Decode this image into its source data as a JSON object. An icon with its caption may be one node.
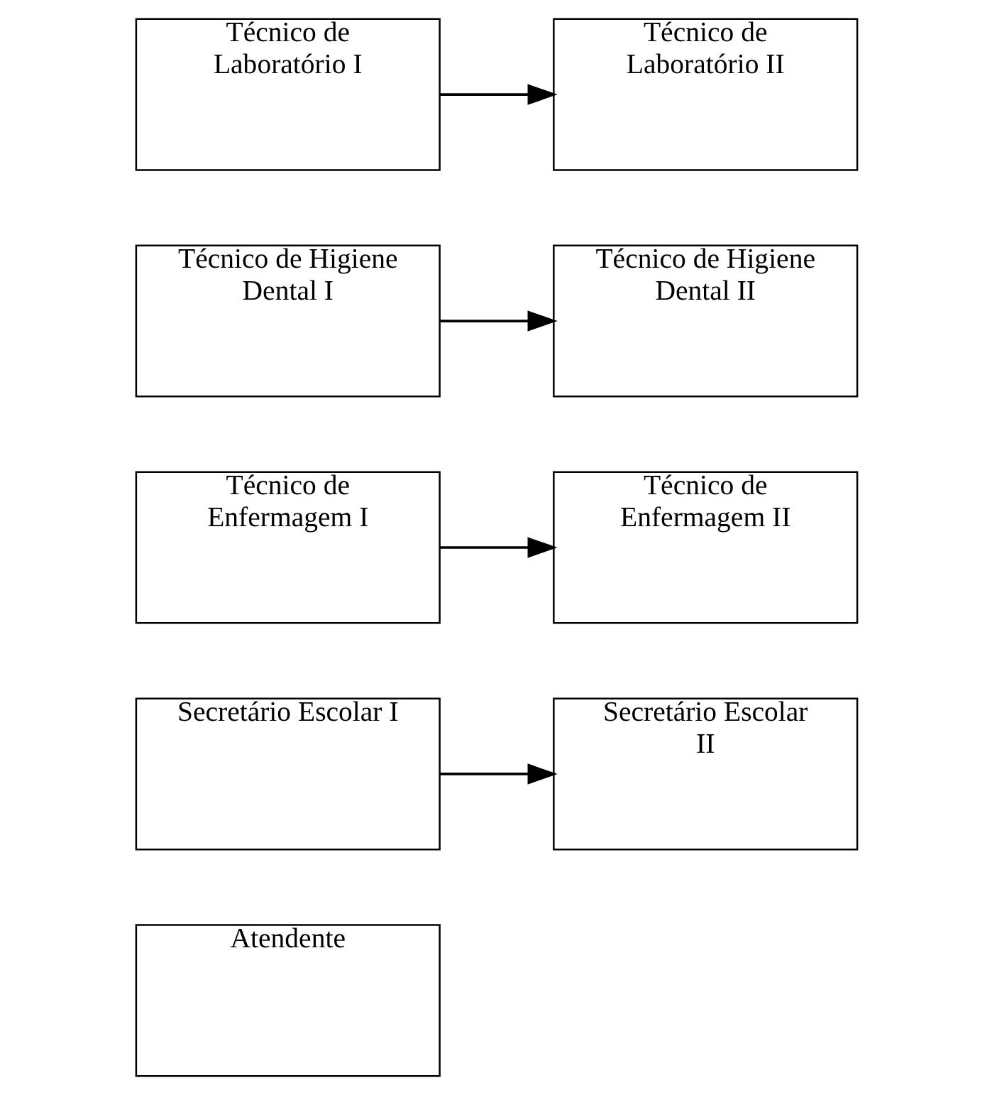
{
  "diagram": {
    "nodes": [
      {
        "text": [
          "Atendente"
        ]
      },
      {
        "text": [
          "Secretário Escolar I"
        ]
      },
      {
        "text": [
          "Secretário Escolar II"
        ]
      },
      {
        "text": [
          "Técnico de Enfermagem I"
        ]
      },
      {
        "text": [
          "Técnico de Enfermagem II"
        ]
      },
      {
        "text": [
          "Técnico de Higiene Dental I"
        ]
      },
      {
        "text": [
          "Técnico de Higiene Dental II"
        ]
      },
      {
        "text": [
          "Técnico de Laboratório I"
        ]
      },
      {
        "text": [
          "Técnico de Laboratório II"
        ]
      }
    ],
    "edges": [
      {
        "from": 1,
        "to": 2,
        "arrow": "to"
      },
      {
        "from": 3,
        "to": 4,
        "arrow": "to"
      },
      {
        "from": 5,
        "to": 6,
        "arrow": "to"
      },
      {
        "from": 7,
        "to": 8,
        "arrow": "to"
      }
    ]
  }
}
